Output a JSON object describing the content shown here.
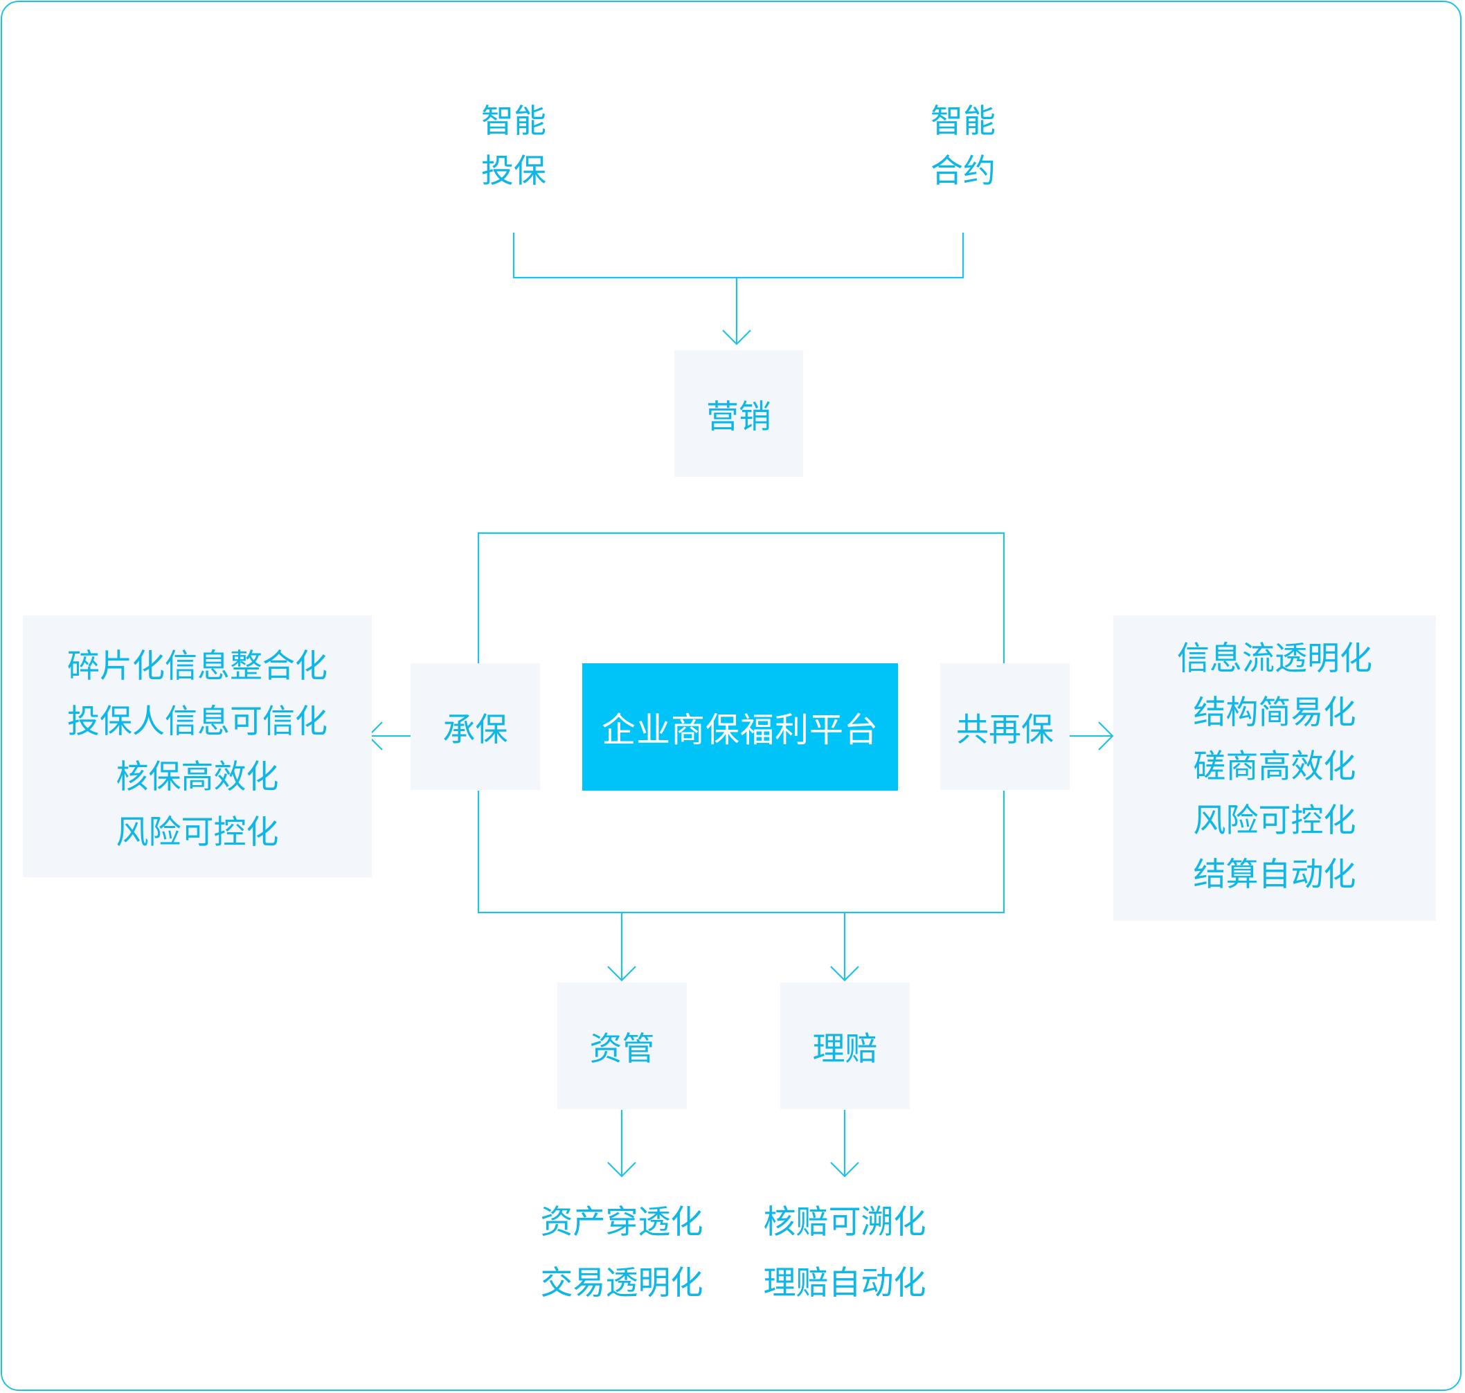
{
  "top_inputs": {
    "left": [
      "智能",
      "投保"
    ],
    "right": [
      "智能",
      "合约"
    ]
  },
  "marketing": "营销",
  "platform": "企业商保福利平台",
  "underwriting": "承保",
  "coreinsurance": "共再保",
  "asset_mgmt": "资管",
  "claims": "理赔",
  "underwriting_features": [
    "碎片化信息整合化",
    "投保人信息可信化",
    "核保高效化",
    "风险可控化"
  ],
  "coreinsurance_features": [
    "信息流透明化",
    "结构简易化",
    "磋商高效化",
    "风险可控化",
    "结算自动化"
  ],
  "asset_features": [
    "资产穿透化",
    "交易透明化"
  ],
  "claims_features": [
    "核赔可溯化",
    "理赔自动化"
  ],
  "colors": {
    "accent": "#00c3f7",
    "line": "#1fc1e6",
    "text": "#10b6e4",
    "box_bg": "#f3f7fb"
  }
}
